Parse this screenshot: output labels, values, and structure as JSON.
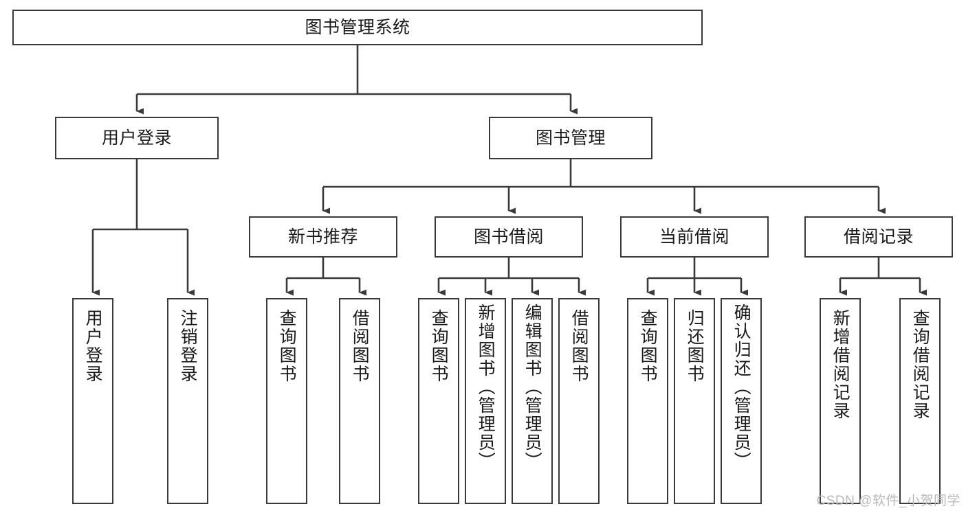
{
  "diagram": {
    "type": "tree-hierarchy",
    "title": "图书管理系统",
    "orientation": "top-down",
    "colors": {
      "background": "#ffffff",
      "box_border": "#3a3a3a",
      "box_fill": "#ffffff",
      "connector": "#3a3a3a",
      "text": "#1a1a1a",
      "watermark": "#b9b9b9"
    },
    "root": {
      "id": "root",
      "label": "图书管理系统",
      "level": 1,
      "text_orientation": "horizontal"
    },
    "level2": [
      {
        "id": "user-login",
        "label": "用户登录",
        "level": 2,
        "text_orientation": "horizontal"
      },
      {
        "id": "book-management",
        "label": "图书管理",
        "level": 2,
        "text_orientation": "horizontal"
      }
    ],
    "level3": [
      {
        "id": "new-book-recommend",
        "label": "新书推荐",
        "level": 3,
        "parent": "book-management",
        "text_orientation": "horizontal"
      },
      {
        "id": "book-borrow",
        "label": "图书借阅",
        "level": 3,
        "parent": "book-management",
        "text_orientation": "horizontal"
      },
      {
        "id": "current-borrow",
        "label": "当前借阅",
        "level": 3,
        "parent": "book-management",
        "text_orientation": "horizontal"
      },
      {
        "id": "borrow-record",
        "label": "借阅记录",
        "level": 3,
        "parent": "book-management",
        "text_orientation": "horizontal"
      }
    ],
    "leaves": [
      {
        "id": "leaf-user-login",
        "label": "用户登录",
        "parent": "user-login",
        "text_orientation": "vertical"
      },
      {
        "id": "leaf-logout-login",
        "label": "注销登录",
        "parent": "user-login",
        "text_orientation": "vertical"
      },
      {
        "id": "leaf-query-book-1",
        "label": "查询图书",
        "parent": "new-book-recommend",
        "text_orientation": "vertical"
      },
      {
        "id": "leaf-borrow-book-1",
        "label": "借阅图书",
        "parent": "new-book-recommend",
        "text_orientation": "vertical"
      },
      {
        "id": "leaf-query-book-2",
        "label": "查询图书",
        "parent": "book-borrow",
        "text_orientation": "vertical"
      },
      {
        "id": "leaf-add-book-admin",
        "label": "新增图书（管理员）",
        "parent": "book-borrow",
        "text_orientation": "vertical"
      },
      {
        "id": "leaf-edit-book-admin",
        "label": "编辑图书（管理员）",
        "parent": "book-borrow",
        "text_orientation": "vertical"
      },
      {
        "id": "leaf-borrow-book-2",
        "label": "借阅图书",
        "parent": "book-borrow",
        "text_orientation": "vertical"
      },
      {
        "id": "leaf-query-book-3",
        "label": "查询图书",
        "parent": "current-borrow",
        "text_orientation": "vertical"
      },
      {
        "id": "leaf-return-book",
        "label": "归还图书",
        "parent": "current-borrow",
        "text_orientation": "vertical"
      },
      {
        "id": "leaf-confirm-return-admin",
        "label": "确认归还（管理员）",
        "parent": "current-borrow",
        "text_orientation": "vertical"
      },
      {
        "id": "leaf-add-borrow-record",
        "label": "新增借阅记录",
        "parent": "borrow-record",
        "text_orientation": "vertical"
      },
      {
        "id": "leaf-query-borrow-record",
        "label": "查询借阅记录",
        "parent": "borrow-record",
        "text_orientation": "vertical"
      }
    ],
    "watermark": "CSDN @软件_小贺同学"
  }
}
